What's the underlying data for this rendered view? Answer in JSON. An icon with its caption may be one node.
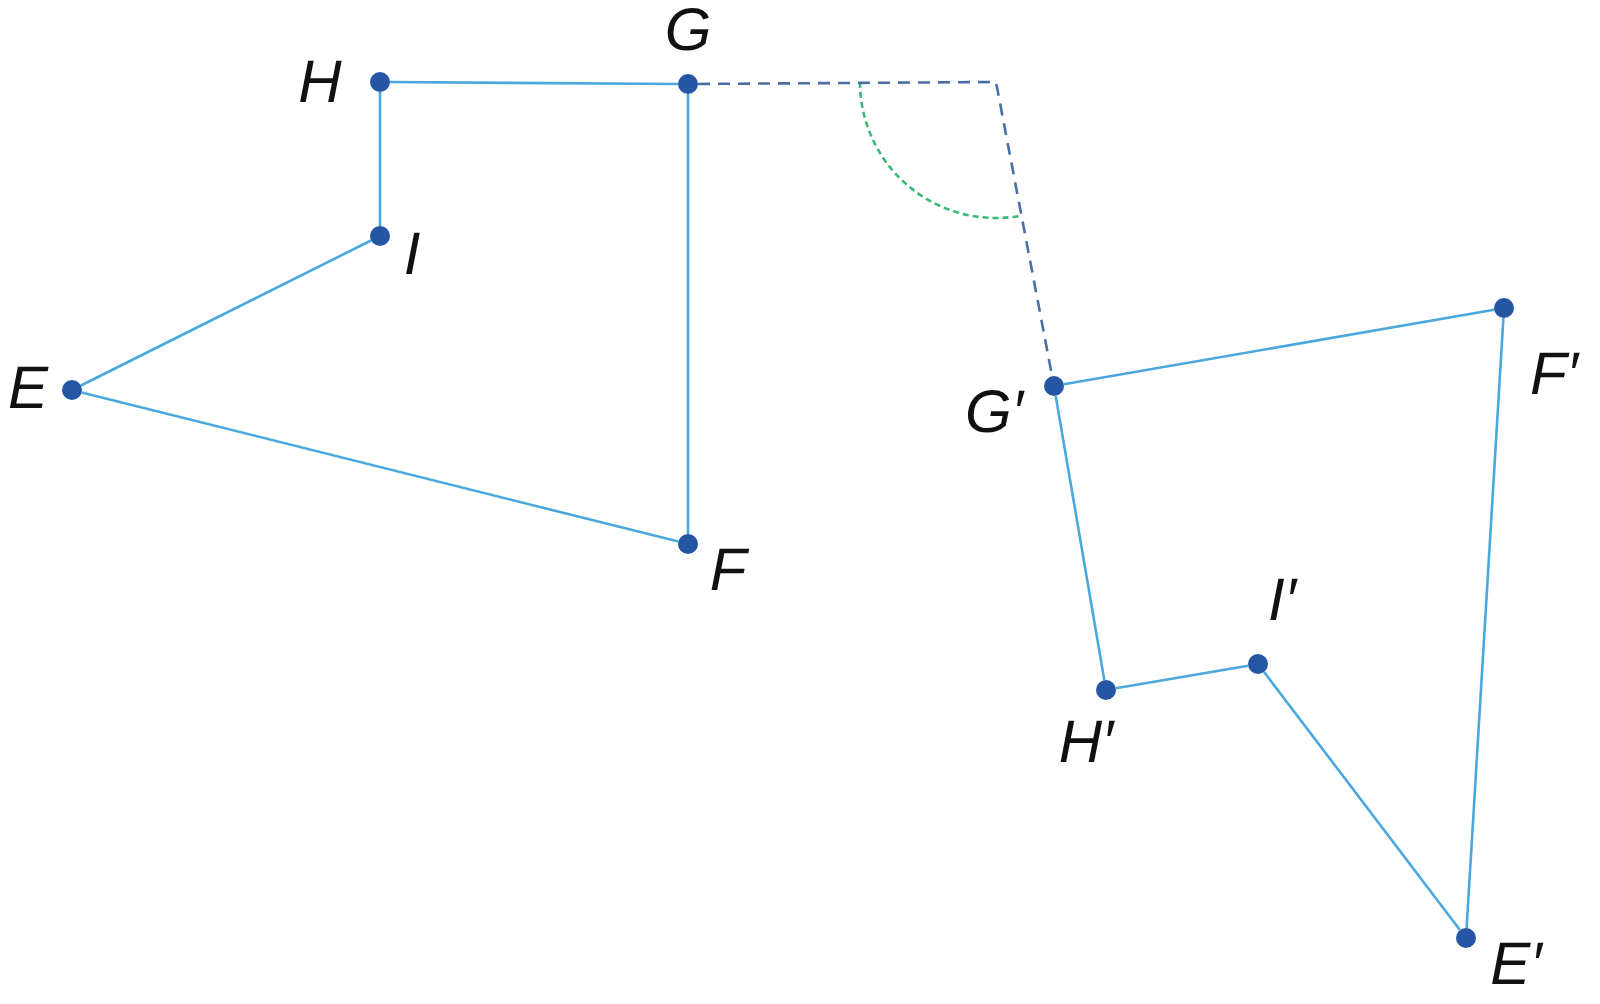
{
  "diagram": {
    "nodes": [
      {
        "text": [],
        "shape": "circle"
      },
      {
        "text": [],
        "shape": "circle"
      },
      {
        "text": [],
        "shape": "circle"
      },
      {
        "text": [],
        "shape": "circle"
      },
      {
        "text": [],
        "shape": "circle"
      },
      {
        "text": [],
        "shape": "circle"
      },
      {
        "text": [],
        "shape": "circle"
      },
      {
        "text": [],
        "shape": "circle"
      },
      {
        "text": [],
        "shape": "circle"
      },
      {
        "text": [],
        "shape": "circle"
      }
    ],
    "edges": [
      {
        "from": 0,
        "to": 1,
        "arrow": "none"
      },
      {
        "from": 0,
        "to": 2,
        "arrow": "none"
      },
      {
        "from": 2,
        "to": 3,
        "arrow": "none"
      },
      {
        "from": 3,
        "to": 4,
        "arrow": "none"
      },
      {
        "from": 4,
        "to": 1,
        "arrow": "none"
      },
      {
        "from": 6,
        "to": 5,
        "arrow": "none"
      },
      {
        "from": 5,
        "to": 9,
        "arrow": "none"
      },
      {
        "from": 9,
        "to": 7,
        "arrow": "none"
      },
      {
        "from": 7,
        "to": 8,
        "arrow": "none"
      },
      {
        "from": 8,
        "to": 6,
        "arrow": "none"
      },
      {
        "from": 1,
        "to": 6,
        "arrow": "none",
        "style": "dashed",
        "color": "#4a6fa5"
      }
    ],
    "labels": [
      "G",
      "H",
      "I",
      "E",
      "F",
      "G′",
      "F′",
      "I′",
      "H′",
      "E′"
    ]
  }
}
